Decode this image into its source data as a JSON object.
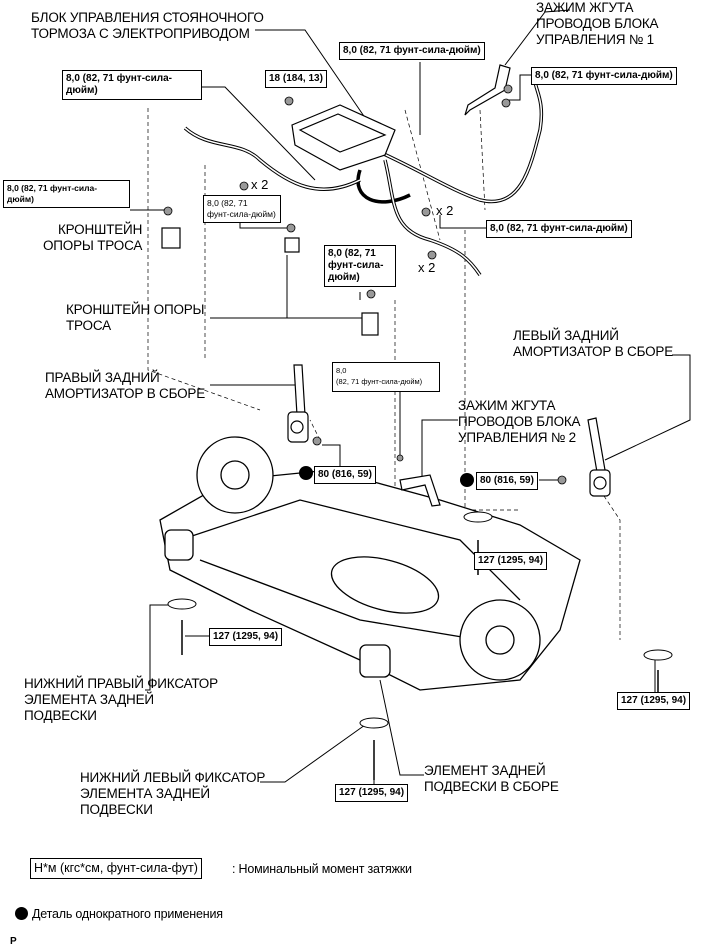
{
  "labels": {
    "epb_actuator": [
      "БЛОК УПРАВЛЕНИЯ СТОЯНОЧНОГО",
      "ТОРМОЗА С ЭЛЕКТРОПРИВОДОМ"
    ],
    "harness_clamp_1": [
      "ЗАЖИМ ЖГУТА",
      "ПРОВОДОВ БЛОКА",
      "УПРАВЛЕНИЯ № 1"
    ],
    "cable_bracket_1": [
      "КРОНШТЕЙН",
      "ОПОРЫ ТРОСА"
    ],
    "cable_bracket_2": [
      "КРОНШТЕЙН ОПОРЫ",
      "ТРОСА"
    ],
    "left_shock": [
      "ЛЕВЫЙ ЗАДНИЙ",
      "АМОРТИЗАТОР В СБОРЕ"
    ],
    "right_shock": [
      "ПРАВЫЙ ЗАДНИЙ",
      "АМОРТИЗАТОР В СБОРЕ"
    ],
    "harness_clamp_2": [
      "ЗАЖИМ ЖГУТА",
      "ПРОВОДОВ БЛОКА",
      "УПРАВЛЕНИЯ № 2"
    ],
    "lower_right_stopper": [
      "НИЖНИЙ ПРАВЫЙ ФИКСАТОР",
      "ЭЛЕМЕНТА ЗАДНЕЙ",
      "ПОДВЕСКИ"
    ],
    "lower_left_stopper": [
      "НИЖНИЙ ЛЕВЫЙ ФИКСАТОР",
      "ЭЛЕМЕНТА ЗАДНЕЙ",
      "ПОДВЕСКИ"
    ],
    "suspension_member": [
      "ЭЛЕМЕНТ ЗАДНЕЙ",
      "ПОДВЕСКИ В СБОРЕ"
    ]
  },
  "torques": {
    "t1": [
      "8,0 (82, 71 фунт-сила-",
      "дюйм)"
    ],
    "t2": "18 (184, 13)",
    "t3": "8,0 (82, 71 фунт-сила-дюйм)",
    "t4": "8,0 (82, 71 фунт-сила-дюйм)",
    "t5": [
      "8,0 (82, 71 фунт-сила-",
      "дюйм)"
    ],
    "t6": [
      "8,0  (82, 71",
      "фунт-сила-дюйм)"
    ],
    "t7": "8,0 (82, 71 фунт-сила-дюйм)",
    "t8": [
      "8,0 (82, 71",
      "фунт-сила-",
      "дюйм)"
    ],
    "t9": [
      "8,0",
      "(82, 71 фунт-сила-дюйм)"
    ],
    "t10": "80 (816, 59)",
    "t11": "80 (816, 59)",
    "t12": "127 (1295, 94)",
    "t13": "127 (1295, 94)",
    "t14": "127 (1295, 94)",
    "t15": "127 (1295, 94)"
  },
  "multipliers": [
    "x 2",
    "x 2",
    "x 2"
  ],
  "legend": {
    "torque_units": "Н*м (кгс*см, фунт-сила-фут)",
    "torque_desc": ": Номинальный момент затяжки",
    "non_reusable_desc": "Деталь однократного применения",
    "non_reusable_icon": "filled-circle-icon"
  },
  "footer_code": "P"
}
